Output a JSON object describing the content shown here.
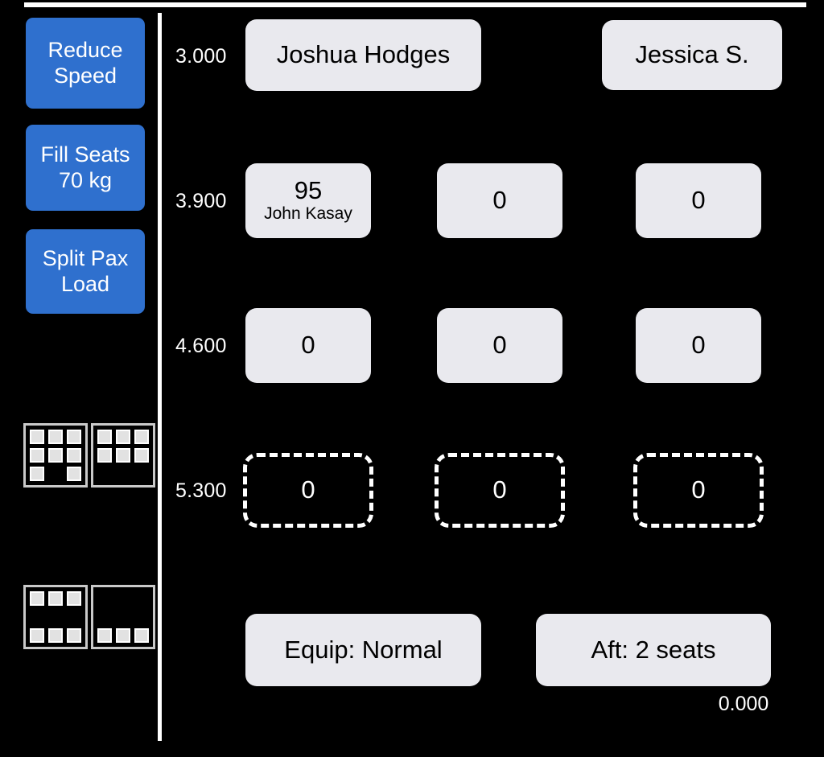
{
  "app": {
    "background": "#000000",
    "accent_blue": "#2f70ce",
    "cell_bg": "#e9e9ee",
    "rule_color": "#ffffff"
  },
  "sidebar": {
    "buttons": [
      {
        "name": "reduce-speed",
        "line1": "Reduce",
        "line2": "Speed"
      },
      {
        "name": "fill-seats",
        "line1": "Fill Seats",
        "line2": "70 kg"
      },
      {
        "name": "split-pax",
        "line1": "Split Pax",
        "line2": "Load"
      }
    ],
    "seat_diagrams": [
      {
        "name": "seat-diagram-1",
        "seats": [
          true,
          true,
          true,
          true,
          true,
          true,
          true,
          false,
          true
        ]
      },
      {
        "name": "seat-diagram-2",
        "seats": [
          true,
          true,
          true,
          true,
          true,
          true,
          false,
          false,
          false
        ]
      },
      {
        "name": "seat-diagram-3",
        "seats": [
          true,
          true,
          true,
          false,
          false,
          false,
          true,
          true,
          true
        ]
      },
      {
        "name": "seat-diagram-4",
        "seats": [
          false,
          false,
          false,
          false,
          false,
          false,
          true,
          true,
          true
        ]
      }
    ]
  },
  "grid": {
    "row_labels": [
      "3.000",
      "3.900",
      "4.600",
      "5.300"
    ],
    "rows": [
      {
        "label": "3.000",
        "style": "solid",
        "cells": [
          {
            "name": "cell-3000-col1",
            "value": "Joshua Hodges",
            "sub": "",
            "span": "wide"
          },
          {
            "name": "cell-3000-col3",
            "value": "Jessica S.",
            "sub": "",
            "span": "wide"
          }
        ]
      },
      {
        "label": "3.900",
        "style": "solid",
        "cells": [
          {
            "name": "cell-3900-col1",
            "value": "95",
            "sub": "John Kasay",
            "span": "single"
          },
          {
            "name": "cell-3900-col2",
            "value": "0",
            "sub": "",
            "span": "single"
          },
          {
            "name": "cell-3900-col3",
            "value": "0",
            "sub": "",
            "span": "single"
          }
        ]
      },
      {
        "label": "4.600",
        "style": "solid",
        "cells": [
          {
            "name": "cell-4600-col1",
            "value": "0",
            "sub": "",
            "span": "single"
          },
          {
            "name": "cell-4600-col2",
            "value": "0",
            "sub": "",
            "span": "single"
          },
          {
            "name": "cell-4600-col3",
            "value": "0",
            "sub": "",
            "span": "single"
          }
        ]
      },
      {
        "label": "5.300",
        "style": "dashed",
        "cells": [
          {
            "name": "cell-5300-col1",
            "value": "0",
            "sub": "",
            "span": "single"
          },
          {
            "name": "cell-5300-col2",
            "value": "0",
            "sub": "",
            "span": "single"
          },
          {
            "name": "cell-5300-col3",
            "value": "0",
            "sub": "",
            "span": "single"
          }
        ]
      }
    ],
    "footer": {
      "equip_label": "Equip: Normal",
      "aft_label": "Aft: 2 seats",
      "aft_value": "0.000"
    }
  }
}
